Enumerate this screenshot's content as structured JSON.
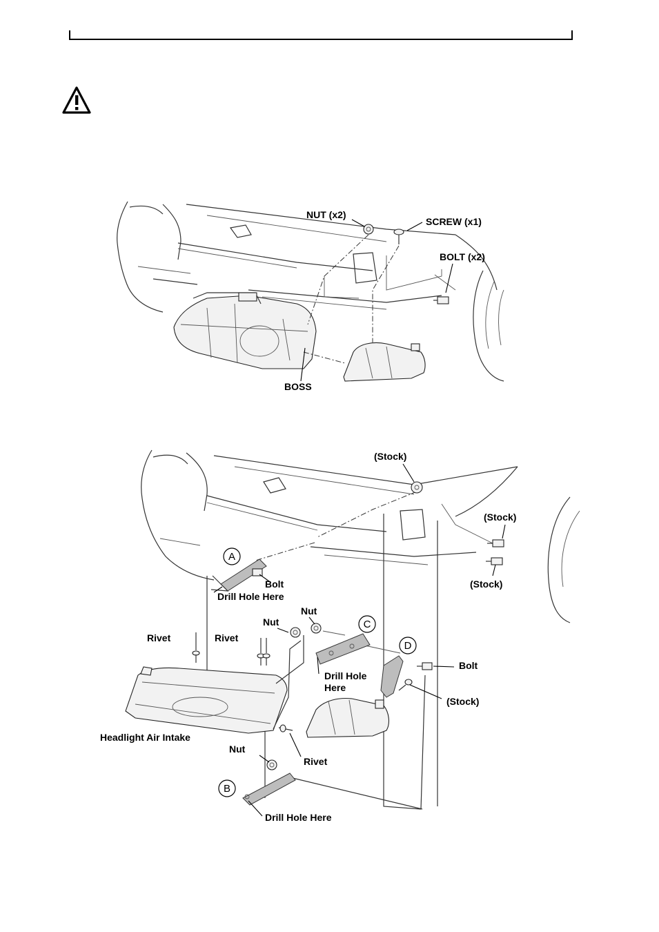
{
  "diagram1": {
    "labels": {
      "nut": "NUT (x2)",
      "screw": "SCREW (x1)",
      "bolt": "BOLT (x2)",
      "boss": "BOSS"
    }
  },
  "diagram2": {
    "labels": {
      "stock_top": "(Stock)",
      "stock_right_upper": "(Stock)",
      "stock_right_lower": "(Stock)",
      "stock_mid": "(Stock)",
      "bracket_a": "A",
      "bracket_b": "B",
      "bracket_c": "C",
      "bracket_d": "D",
      "bolt_a": "Bolt",
      "bolt_d": "Bolt",
      "drill_a": "Drill Hole Here",
      "drill_c_line1": "Drill Hole",
      "drill_c_line2": "Here",
      "drill_b": "Drill Hole Here",
      "rivet_left": "Rivet",
      "rivet_mid": "Rivet",
      "rivet_bottom": "Rivet",
      "nut_top": "Nut",
      "nut_mid": "Nut",
      "nut_bottom": "Nut",
      "air_intake": "Headlight Air Intake"
    }
  }
}
